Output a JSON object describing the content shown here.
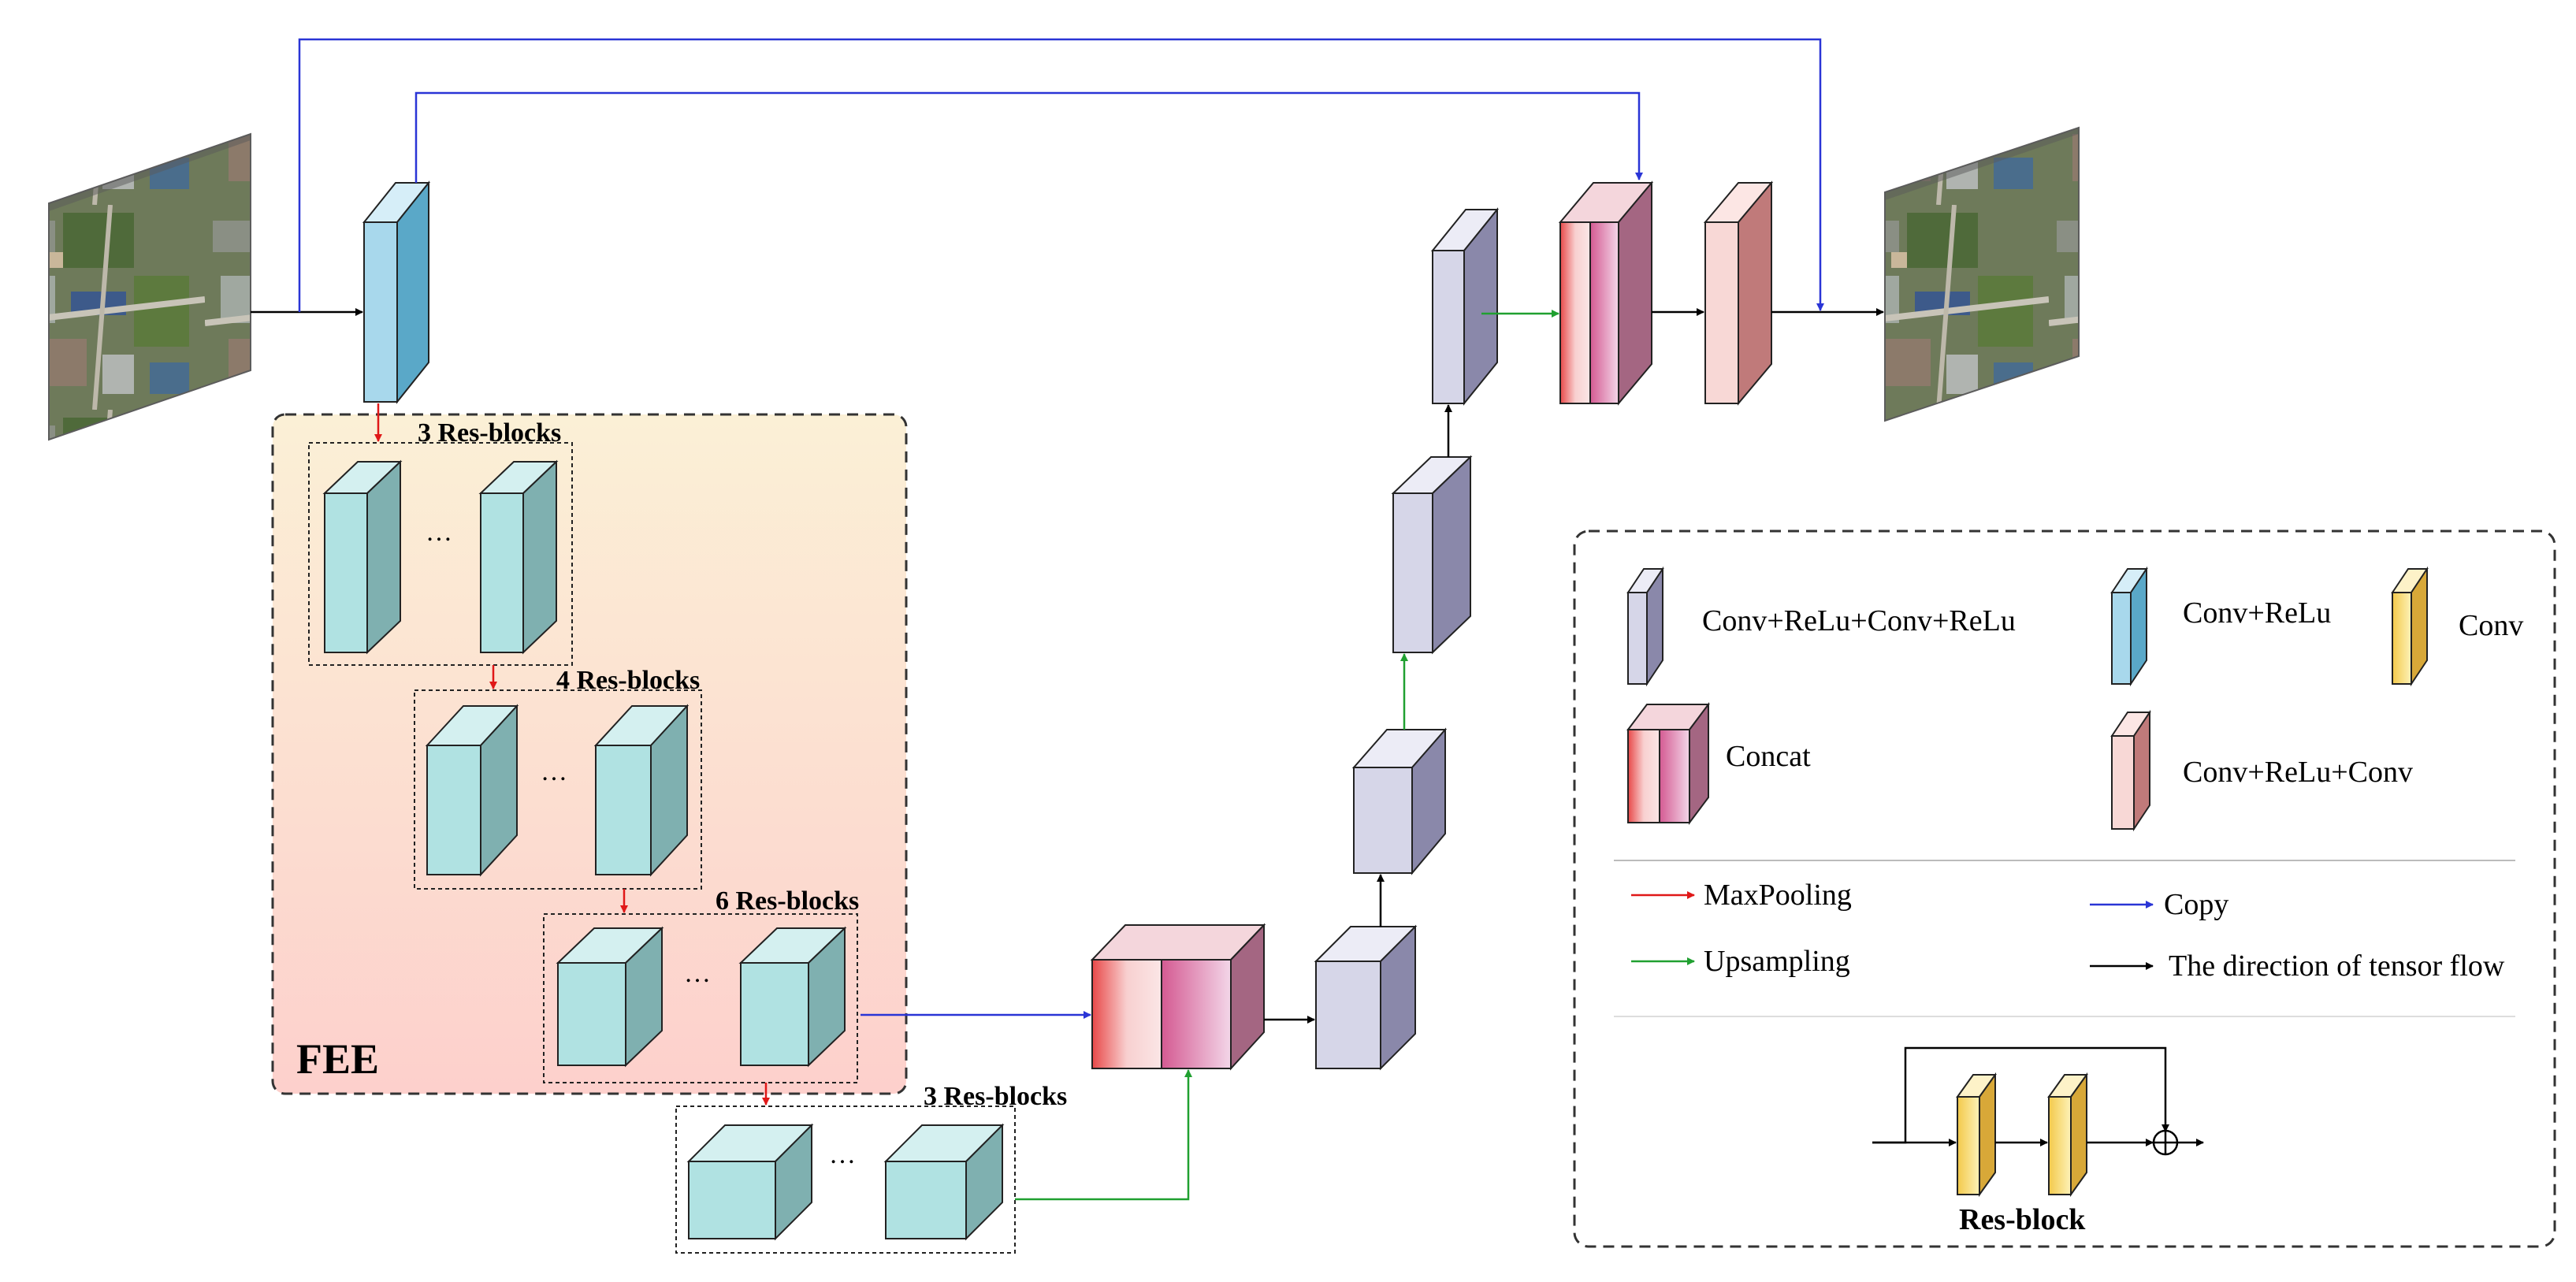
{
  "labels": {
    "res_blocks_1": "3  Res-blocks",
    "res_blocks_2": "4  Res-blocks",
    "res_blocks_3": "6  Res-blocks",
    "res_blocks_4": "3  Res-blocks",
    "fee": "FEE",
    "ellipsis": "…"
  },
  "legend": {
    "conv_relu_conv_relu": "Conv+ReLu+Conv+ReLu",
    "conv_relu": "Conv+ReLu",
    "conv": "Conv",
    "concat": "Concat",
    "conv_relu_conv": "Conv+ReLu+Conv",
    "maxpooling": "MaxPooling",
    "copy": "Copy",
    "upsampling": "Upsampling",
    "tensor_flow": "The direction of tensor flow",
    "res_block": "Res-block"
  },
  "colors": {
    "copy_arrow": "#2a35d6",
    "maxpool_arrow": "#e01818",
    "upsample_arrow": "#20a030",
    "flow_arrow": "#000000",
    "fee_bg_top": "#fbf0d6",
    "fee_bg_bottom": "#fdd0cc",
    "res_block_face": "#b0e2e2",
    "conv_relu_face": "#a8d8ec",
    "double_conv_face": "#d6d6e8",
    "conv_face": "#f8e08a"
  }
}
